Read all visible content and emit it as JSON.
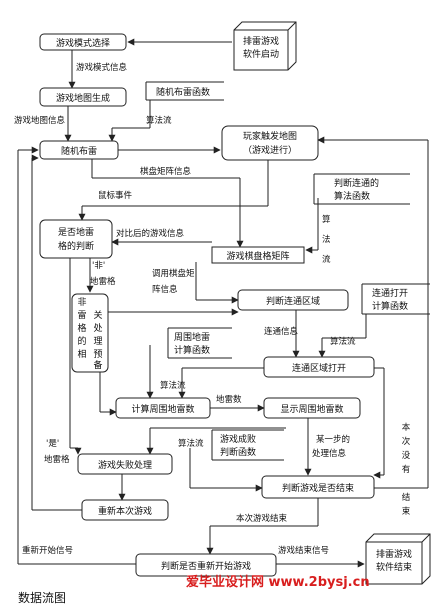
{
  "nodes": {
    "mine_software_start": [
      "排雷游戏",
      "软件启动"
    ],
    "game_mode_select": "游戏模式选择",
    "game_map_generate": "游戏地图生成",
    "random_mine": "随机布雷",
    "player_trigger_map": [
      "玩家触发地图",
      "（游戏进行）"
    ],
    "is_mine_judge": [
      "是否地雷",
      "格的判断"
    ],
    "game_board_matrix": "游戏棋盘格矩阵",
    "non_mine_process": [
      "非",
      "雷",
      "格",
      "的",
      "相",
      "关",
      "处",
      "理",
      "预",
      "备"
    ],
    "judge_connected_area": "判断连通区域",
    "connected_area_open": "连通区域打开",
    "calc_surrounding_mines": "计算周围地雷数",
    "show_surrounding_mines": "显示周围地雷数",
    "game_fail_process": "游戏失败处理",
    "restart_game": "重新本次游戏",
    "judge_game_end": "判断游戏是否结束",
    "judge_restart": "判断是否重新开始游戏",
    "mine_software_exit": [
      "排雷游戏",
      "软件结束"
    ]
  },
  "stores": {
    "random_mine_func": "随机布雷函数",
    "judge_connect_func": [
      "判断连通的",
      "算法函数"
    ],
    "connect_open_func": [
      "连通打开",
      "计算函数"
    ],
    "surround_mine_func": [
      "周围地雷",
      "计算函数"
    ],
    "game_win_lose_func": [
      "游戏成败",
      "判断函数"
    ]
  },
  "labels": {
    "game_mode_info": "游戏模式信息",
    "game_map_info": "游戏地图信息",
    "algorithm_flow_1": "算法流",
    "board_matrix_info": "棋盘矩阵信息",
    "mouse_event": "鼠标事件",
    "compared_game_info": "对比后的游戏信息",
    "algorithm_flow_2": [
      "算",
      "法",
      "流"
    ],
    "non_mine": [
      "'非'",
      "地雷格"
    ],
    "call_board_matrix_info": [
      "调用棋盘矩",
      "阵信息"
    ],
    "connected_info": "连通信息",
    "algorithm_flow_3": "算法流",
    "algorithm_flow_4": "算法流",
    "mine_count": "地雷数",
    "algorithm_flow_5": "算法流",
    "is_mine": [
      "'是'",
      "地雷格"
    ],
    "next_process_info": [
      "某一步的",
      "处理信息"
    ],
    "not_ended": [
      "本",
      "次",
      "没",
      "有",
      "结",
      "束"
    ],
    "game_ended": "本次游戏结束",
    "restart_signal": "重新开始信号",
    "game_end_signal": "游戏结束信号"
  },
  "caption": "数据流图",
  "watermark": "爱毕业设计网 www.2bysj.cn"
}
